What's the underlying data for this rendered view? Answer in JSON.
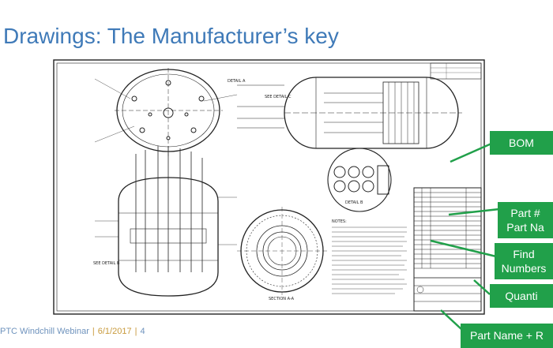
{
  "slide": {
    "title": "Drawings: The Manufacturer’s key"
  },
  "callouts": {
    "bom": "BOM",
    "part_num_line1": "Part #",
    "part_num_line2": "Part Na",
    "find_line1": "Find",
    "find_line2": "Numbers",
    "quantity": "Quanti",
    "part_name_rev": "Part Name + R"
  },
  "drawing": {
    "detail_a": "DETAIL A",
    "detail_b": "DETAIL B",
    "section": "SECTION A-A",
    "see_detail_c": "SEE DETAIL C",
    "see_detail_b": "SEE DETAIL B",
    "notes": "NOTES:"
  },
  "footer": {
    "webinar": "PTC Windchill Webinar",
    "separator": "|",
    "date": "6/1/2017",
    "page": "4"
  },
  "colors": {
    "title": "#3f7ab8",
    "callout": "#21a04a",
    "footer": "#6f93bd",
    "footer_accent": "#c89a3c"
  }
}
